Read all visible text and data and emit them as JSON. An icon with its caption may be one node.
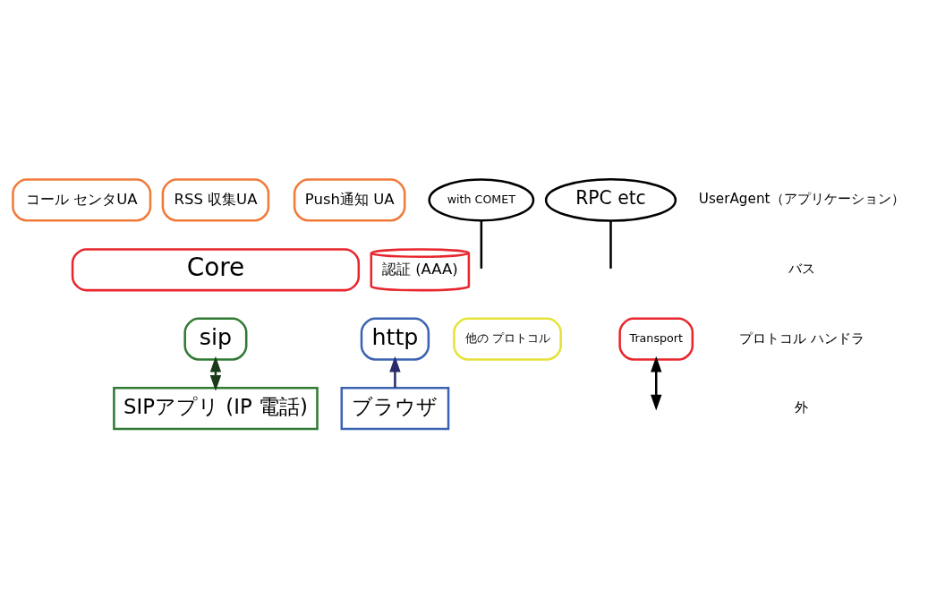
{
  "diagram": {
    "nodes": [
      {
        "text": [
          "コール センタUA"
        ]
      },
      {
        "text": [
          "RSS 収集UA"
        ]
      },
      {
        "text": [
          "Push通知 UA"
        ]
      },
      {
        "text": [
          "Core"
        ]
      },
      {
        "text": [
          "認証 (AAA)"
        ]
      },
      {
        "text": [
          "http"
        ]
      },
      {
        "text": [
          "sip"
        ]
      },
      {
        "text": [
          "他の プロトコル"
        ]
      },
      {
        "text": [
          "Transport"
        ]
      },
      {
        "text": [
          "ブラウザ"
        ]
      },
      {
        "text": [
          "SIPアプリ (IP 電話)"
        ]
      },
      {
        "text": [
          "with COMET"
        ]
      },
      {
        "text": [
          "RPC etc"
        ]
      }
    ],
    "edges": [
      {
        "from": 9,
        "to": 5,
        "arrow": "to",
        "color": "#2b2b6b"
      },
      {
        "from": 6,
        "to": 10,
        "arrow": "both",
        "color": "#1b3a1b"
      },
      {
        "from": 8,
        "to": null,
        "arrow": "both"
      },
      {
        "from": 11,
        "to": null,
        "arrow": "none"
      },
      {
        "from": 12,
        "to": null,
        "arrow": "none"
      }
    ],
    "labels": [
      "UserAgent（アプリケーション）",
      "バス",
      "プロトコル ハンドラ",
      "外"
    ]
  }
}
